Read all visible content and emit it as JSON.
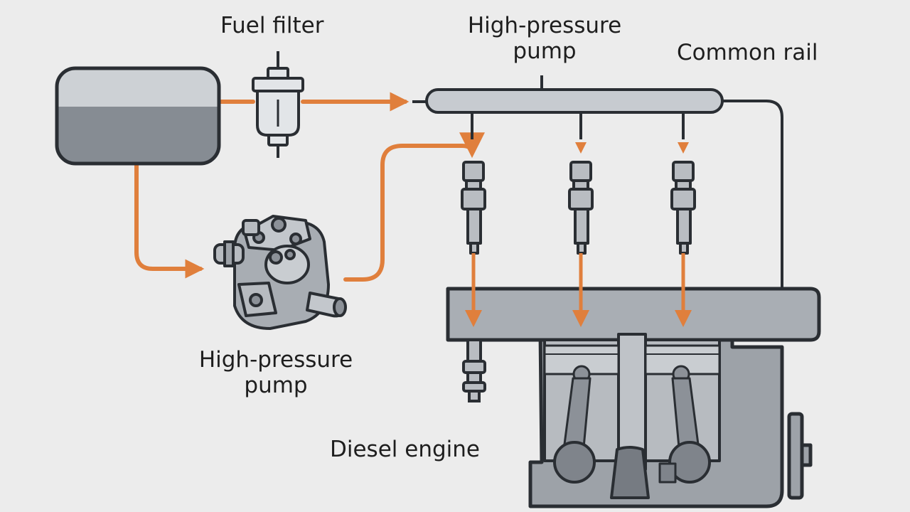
{
  "labels": {
    "fuel_filter": "Fuel filter",
    "hp_pump_top": [
      "High-pressure",
      "pump"
    ],
    "common_rail": "Common rail",
    "hp_pump_bottom": [
      "High-pressure",
      "pump"
    ],
    "diesel_engine": "Diesel engine"
  },
  "colors": {
    "background": "#ececec",
    "fuel_flow": "#e07f3c",
    "outline": "#2a2e33",
    "tank_fuel": "#868c93",
    "tank_empty": "#cdd1d5",
    "engine_body": "#9da2a8",
    "rail": "#c7cbd0"
  }
}
